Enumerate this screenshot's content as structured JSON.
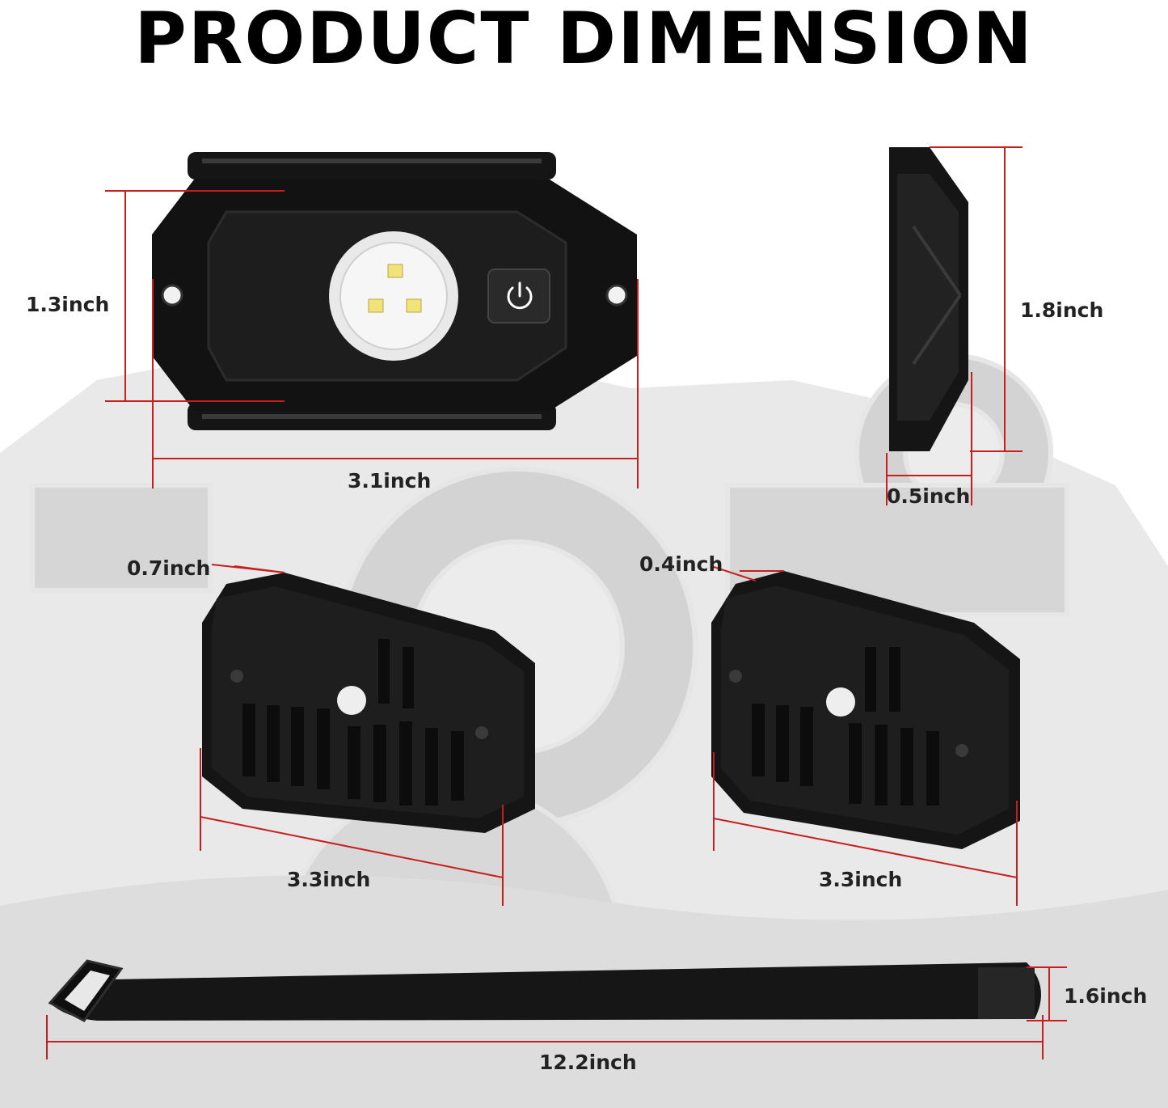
{
  "title": "PRODUCT DIMENSION",
  "colors": {
    "dimension_line": "#c81e1e",
    "product": "#141414",
    "led": "#f2e27a",
    "background_art": "#d9d9d9"
  },
  "dimensions": {
    "light_height": "1.3inch",
    "light_width": "3.1inch",
    "side_height": "1.8inch",
    "side_depth": "0.5inch",
    "bracket_left_depth": "0.7inch",
    "bracket_left_length": "3.3inch",
    "bracket_right_depth": "0.4inch",
    "bracket_right_length": "3.3inch",
    "strap_width": "1.6inch",
    "strap_length": "12.2inch"
  },
  "icons": {
    "power": "power-icon"
  }
}
